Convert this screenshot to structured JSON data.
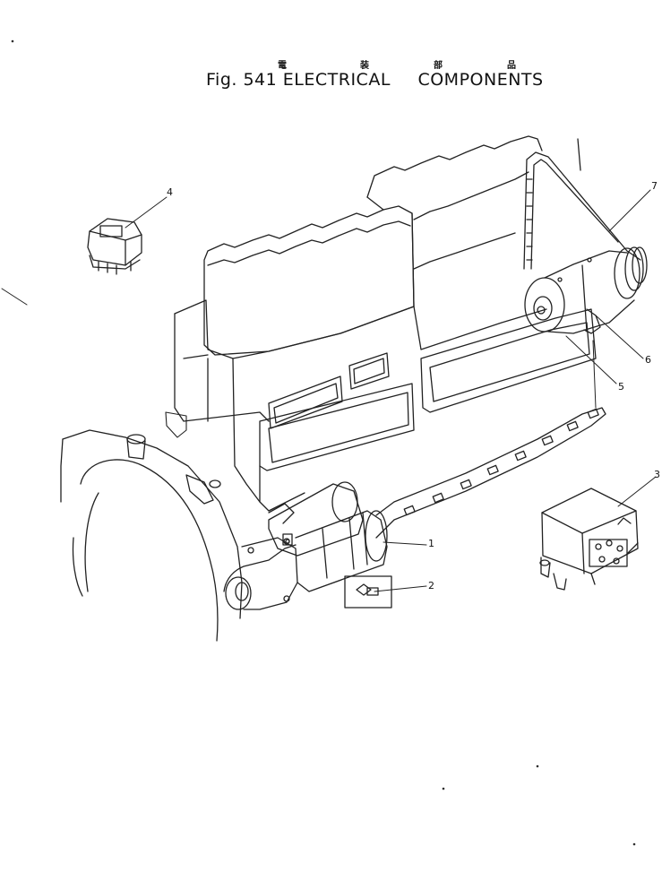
{
  "title": {
    "kanji": [
      "電",
      "装",
      "部",
      "品"
    ],
    "fig": "Fig. 541",
    "word1": "ELECTRICAL",
    "word2": "COMPONENTS"
  },
  "callouts": [
    "1",
    "2",
    "3",
    "4",
    "5",
    "6",
    "7"
  ]
}
